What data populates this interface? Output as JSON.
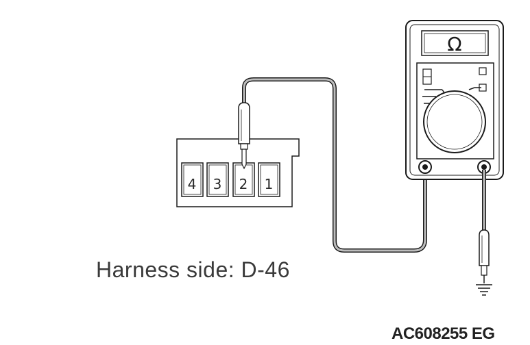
{
  "diagram": {
    "connector": {
      "terminals": [
        "4",
        "3",
        "2",
        "1"
      ],
      "probed_terminal": "2"
    },
    "meter": {
      "display_symbol": "Ω"
    },
    "caption": "Harness side: D-46",
    "figure_code": "AC608255 EG"
  },
  "colors": {
    "line": "#1a1a1a",
    "fill": "#ffffff",
    "shade": "#bdbdbd"
  }
}
